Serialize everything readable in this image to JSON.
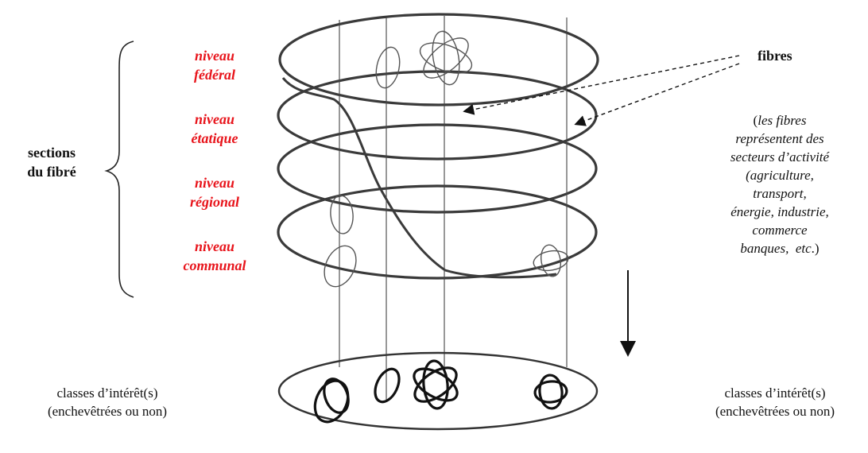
{
  "labels": {
    "sections": [
      "sections",
      "du fibré"
    ],
    "levels": [
      {
        "line1": "niveau",
        "line2": "fédéral"
      },
      {
        "line1": "niveau",
        "line2": "étatique"
      },
      {
        "line1": "niveau",
        "line2": "régional"
      },
      {
        "line1": "niveau",
        "line2": "communal"
      }
    ],
    "fibres_title": "fibres",
    "fibres_desc": {
      "open": "(",
      "it_a": "les fibres",
      "it_b": "représentent des",
      "it_c": "secteurs d’activité",
      "it_d": "(agriculture,",
      "it_e": "transport,",
      "it_f": "énergie, industrie,",
      "it_g": "commerce",
      "it_h": "banques,  ",
      "etc": "etc",
      "close": ".)"
    },
    "classes_left": [
      "classes d’intérêt(s)",
      "(enchevêtrées ou non)"
    ],
    "classes_right": [
      "classes d’intérêt(s)",
      "(enchevêtrées ou non)"
    ]
  },
  "colors": {
    "level_text": "#e8141b",
    "line": "#333333"
  }
}
